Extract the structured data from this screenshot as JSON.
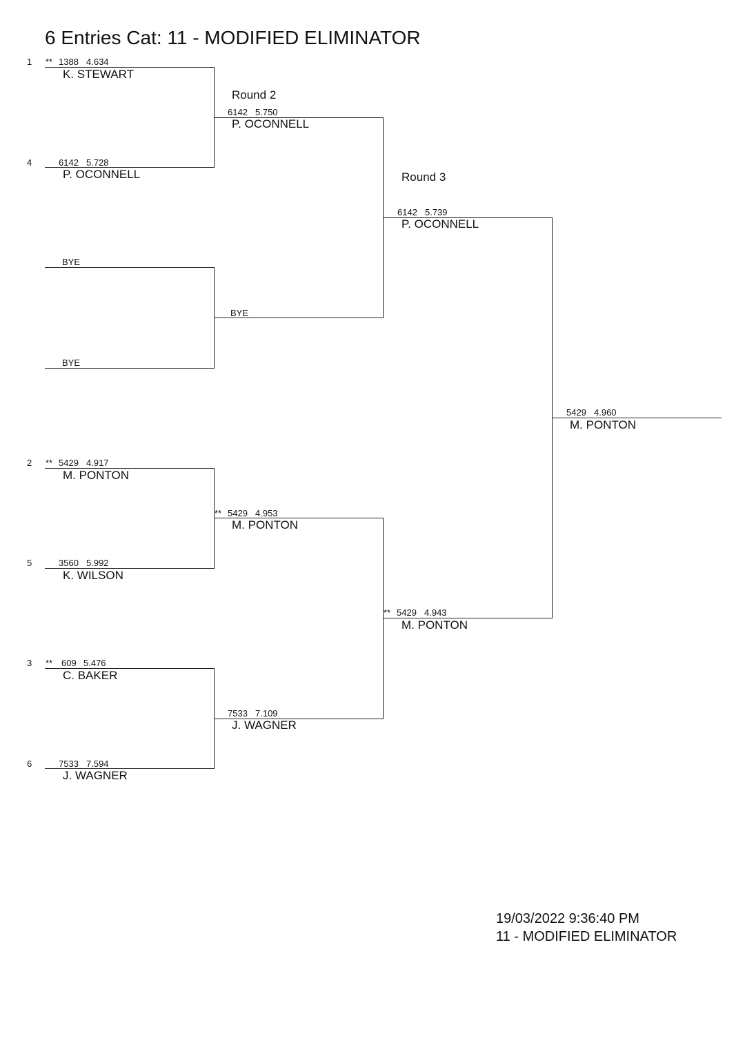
{
  "title": "6 Entries Cat: 11 - MODIFIED ELIMINATOR",
  "round_labels": {
    "round2": "Round 2",
    "round3": "Round 3"
  },
  "round1": [
    {
      "seed": "1",
      "mark": "**",
      "car": "1388",
      "time": "4.634",
      "name": "K. STEWART"
    },
    {
      "seed": "4",
      "mark": "",
      "car": "6142",
      "time": "5.728",
      "name": "P. OCONNELL"
    },
    {
      "label": "BYE"
    },
    {
      "label": "BYE"
    },
    {
      "seed": "2",
      "mark": "**",
      "car": "5429",
      "time": "4.917",
      "name": "M. PONTON"
    },
    {
      "seed": "5",
      "mark": "",
      "car": "3560",
      "time": "5.992",
      "name": "K. WILSON"
    },
    {
      "seed": "3",
      "mark": "**",
      "car": "609",
      "time": "5.476",
      "name": "C. BAKER"
    },
    {
      "seed": "6",
      "mark": "",
      "car": "7533",
      "time": "7.594",
      "name": "J. WAGNER"
    }
  ],
  "round2": [
    {
      "mark": "",
      "car": "6142",
      "time": "5.750",
      "name": "P. OCONNELL"
    },
    {
      "label": "BYE"
    },
    {
      "mark": "**",
      "car": "5429",
      "time": "4.953",
      "name": "M. PONTON"
    },
    {
      "mark": "",
      "car": "7533",
      "time": "7.109",
      "name": "J. WAGNER"
    }
  ],
  "round3": [
    {
      "mark": "",
      "car": "6142",
      "time": "5.739",
      "name": "P. OCONNELL"
    },
    {
      "mark": "**",
      "car": "5429",
      "time": "4.943",
      "name": "M. PONTON"
    }
  ],
  "final": {
    "car": "5429",
    "time": "4.960",
    "name": "M. PONTON"
  },
  "footer": {
    "timestamp": "19/03/2022 9:36:40 PM",
    "category": "11 - MODIFIED ELIMINATOR"
  }
}
